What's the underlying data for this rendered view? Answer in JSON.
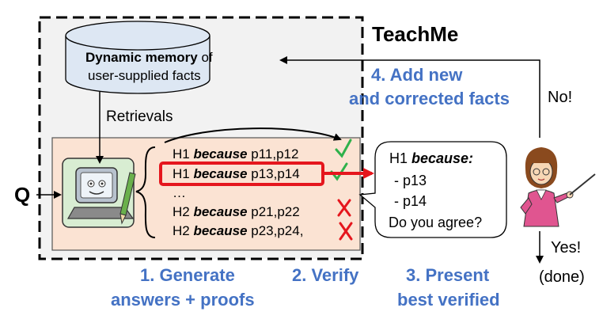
{
  "system": {
    "title": "TeachMe"
  },
  "memory": {
    "title_bold": "Dynamic memory",
    "title_rest": " of",
    "subtitle": "user-supplied facts"
  },
  "retrievals_label": "Retrievals",
  "question_label": "Q",
  "hypotheses": [
    {
      "head": "H1 ",
      "keyword": "because",
      "tail": " p11,p12",
      "mark": "check"
    },
    {
      "head": "H1 ",
      "keyword": "because",
      "tail": " p13,p14",
      "mark": "check",
      "highlighted": true
    },
    {
      "head": "…",
      "keyword": "",
      "tail": "",
      "mark": ""
    },
    {
      "head": "H2 ",
      "keyword": "because",
      "tail": " p21,p22",
      "mark": "cross"
    },
    {
      "head": "H2 ",
      "keyword": "because",
      "tail": " p23,p24,",
      "mark": "cross"
    }
  ],
  "dialog": {
    "line1_head": "H1 ",
    "line1_keyword": "because:",
    "items": [
      "- p13",
      "- p14"
    ],
    "question": "Do you agree?"
  },
  "steps": {
    "step1_line1": "1. Generate",
    "step1_line2": "answers + proofs",
    "step2": "2. Verify",
    "step3_line1": "3. Present",
    "step3_line2": "best verified",
    "step4_line1": "4. Add new",
    "step4_line2": "and corrected  facts"
  },
  "feedback": {
    "no": "No!",
    "yes": "Yes!",
    "done": "(done)"
  },
  "colors": {
    "accent": "#4472c4",
    "highlight": "#e5161d",
    "check": "#2fb14b",
    "cross": "#e5161d",
    "memory_fill": "#dde7f3",
    "process_fill": "#fbe3d3"
  }
}
